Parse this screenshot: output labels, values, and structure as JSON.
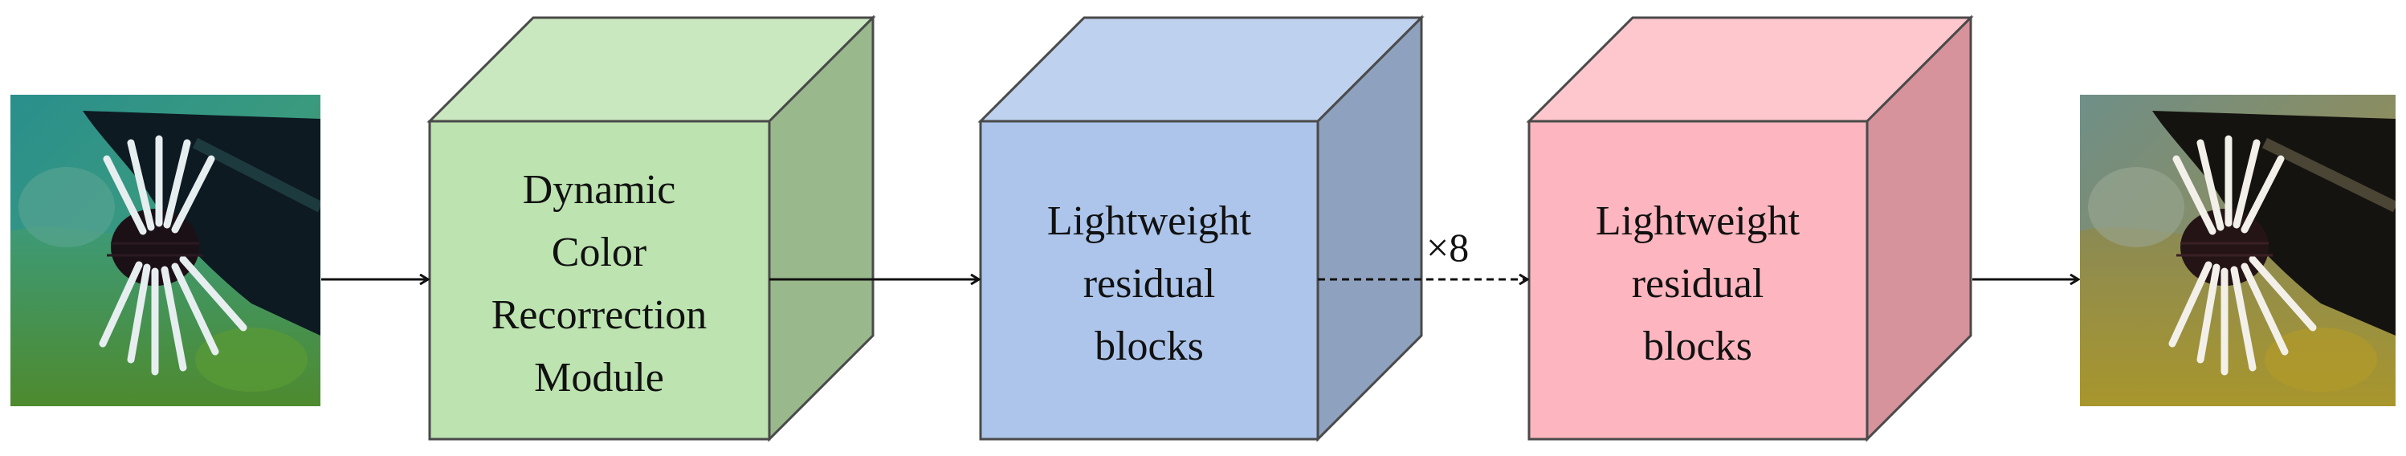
{
  "blocks": [
    {
      "lines": [
        "Dynamic",
        "Color",
        "Recorrection",
        "Module"
      ],
      "front_color": "#bde3b0",
      "top_color": "#c9e8bf",
      "side_color": "#99b98c"
    },
    {
      "lines": [
        "Lightweight",
        "residual",
        "blocks"
      ],
      "front_color": "#adc5ea",
      "top_color": "#bed2ef",
      "side_color": "#8ea1bf"
    },
    {
      "lines": [
        "Lightweight",
        "residual",
        "blocks"
      ],
      "front_color": "#fdb6bf",
      "top_color": "#fec7cd",
      "side_color": "#d6939b"
    }
  ],
  "repeat_label": "×8",
  "input_image": {
    "kind": "underwater-lionfish-photo",
    "tone": "degraded-greenish"
  },
  "output_image": {
    "kind": "underwater-lionfish-photo",
    "tone": "enhanced"
  },
  "colors": {
    "edge": "#4a4a4a",
    "arrow": "#111111"
  }
}
